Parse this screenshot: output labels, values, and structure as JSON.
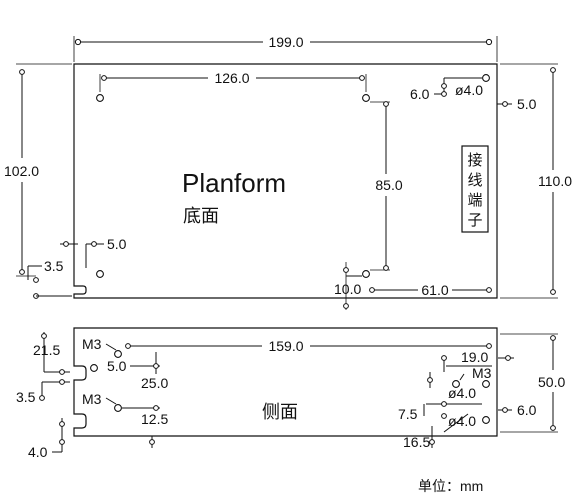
{
  "planform": {
    "title": "Planform",
    "subtitle": "底面",
    "dims": {
      "overall_width": "199.0",
      "hole_spacing_x": "126.0",
      "hole_spacing_y": "85.0",
      "overall_height": "102.0",
      "overall_height_with_flange": "110.0",
      "hole_dia": "ø4.0",
      "hole_offset_top": "6.0",
      "edge_offset_right": "5.0",
      "edge_offset_left": "5.0",
      "slot_width": "3.5",
      "bottom_hole_offset": "10.0",
      "bottom_right_distance": "61.0"
    },
    "terminal_label": [
      "接",
      "线",
      "端",
      "子"
    ]
  },
  "side_view": {
    "subtitle": "侧面",
    "dims": {
      "main_length": "159.0",
      "left_top_offset": "21.5",
      "left_slot": "3.5",
      "left_bottom": "4.0",
      "screw_a": "M3",
      "screw_b": "M3",
      "screw_c": "M3",
      "dim_5": "5.0",
      "dim_25": "25.0",
      "dim_12_5": "12.5",
      "dim_19": "19.0",
      "hole_dia_a": "ø4.0",
      "hole_dia_b": "ø4.0",
      "dim_7_5": "7.5",
      "dim_6": "6.0",
      "dim_16_5": "16.5",
      "overall_height": "50.0"
    }
  },
  "unit_label": "单位：mm"
}
